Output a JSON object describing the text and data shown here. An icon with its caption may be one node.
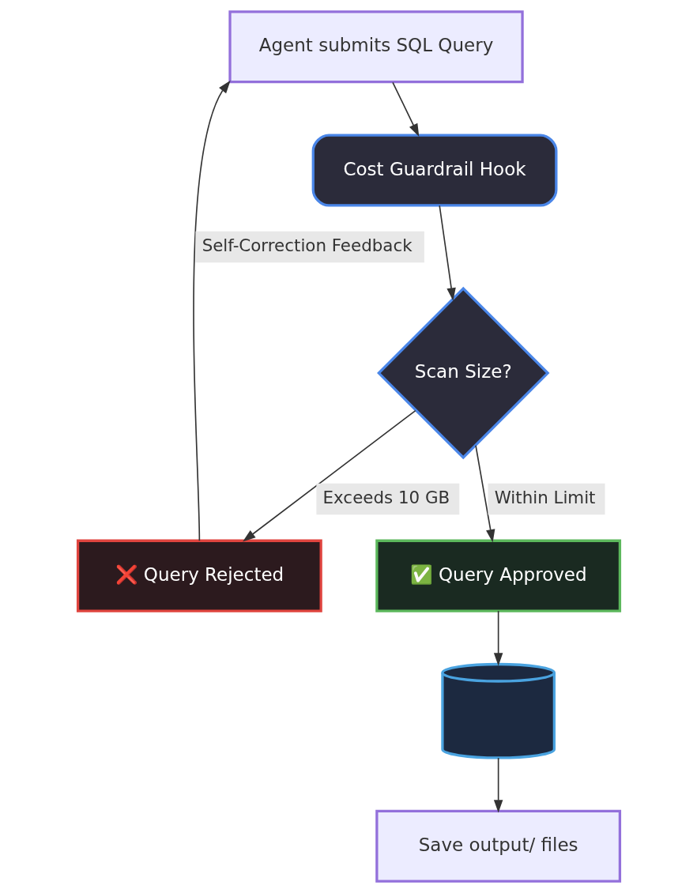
{
  "diagram": {
    "nodes": [
      {
        "text": [
          "Agent submits SQL Query"
        ]
      },
      {
        "text": [
          "Cost Guardrail Hook"
        ]
      },
      {
        "text": [
          "Scan Size?"
        ]
      },
      {
        "text": [
          "❌ Query Rejected"
        ]
      },
      {
        "text": [
          "✅ Query Approved"
        ]
      },
      {
        "text": [],
        "shape": "cylinder"
      },
      {
        "text": [
          "Save output/ files"
        ]
      }
    ],
    "edges": [
      {
        "from": 0,
        "to": 1,
        "arrow": "to"
      },
      {
        "from": 1,
        "to": 2,
        "arrow": "to"
      },
      {
        "from": 2,
        "to": 3,
        "arrow": "to",
        "label": "Exceeds 10 GB"
      },
      {
        "from": 2,
        "to": 4,
        "arrow": "to",
        "label": "Within Limit"
      },
      {
        "from": 3,
        "to": 0,
        "arrow": "to",
        "label": "Self-Correction Feedback"
      },
      {
        "from": 4,
        "to": 5,
        "arrow": "to"
      },
      {
        "from": 5,
        "to": 6,
        "arrow": "to"
      }
    ]
  }
}
